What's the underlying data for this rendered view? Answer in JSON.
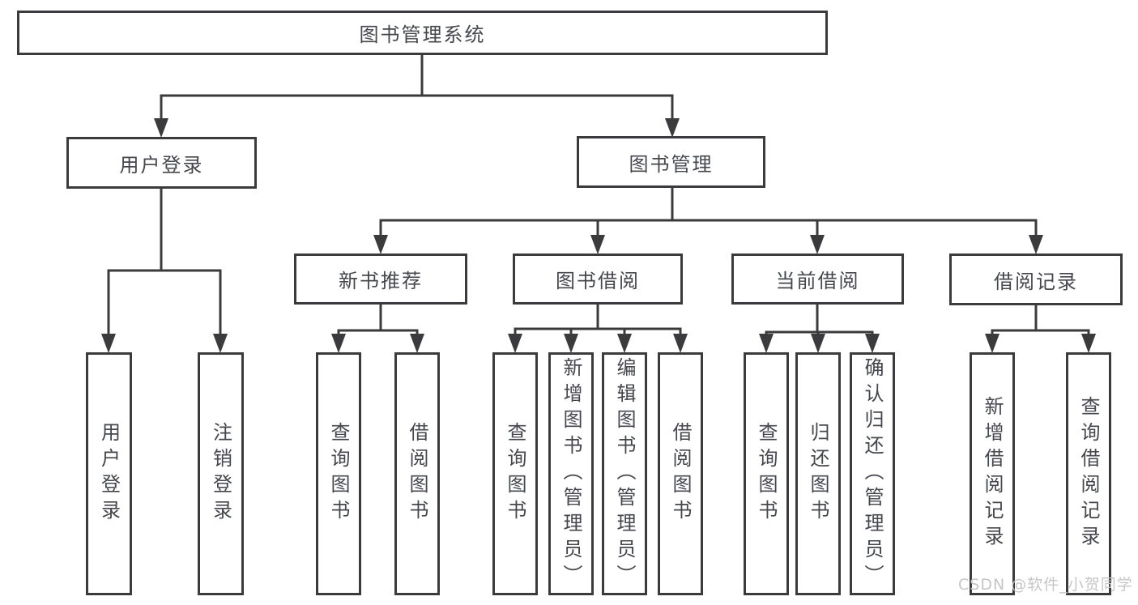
{
  "tree": {
    "root": "图书管理系统",
    "user_login": {
      "label": "用户登录",
      "children": [
        "用户登录",
        "注销登录"
      ]
    },
    "book_management": {
      "label": "图书管理",
      "sections": [
        {
          "label": "新书推荐",
          "children": [
            "查询图书",
            "借阅图书"
          ]
        },
        {
          "label": "图书借阅",
          "children": [
            "查询图书",
            "新增图书（管理员）",
            "编辑图书（管理员）",
            "借阅图书"
          ]
        },
        {
          "label": "当前借阅",
          "children": [
            "查询图书",
            "归还图书",
            "确认归还（管理员）"
          ]
        },
        {
          "label": "借阅记录",
          "children": [
            "新增借阅记录",
            "查询借阅记录"
          ]
        }
      ]
    }
  },
  "watermark": "CSDN @软件_小贺同学",
  "colors": {
    "line": "#3b3b3d",
    "text": "#45474c",
    "watermark": "#c6c6c8",
    "background": "#ffffff"
  }
}
